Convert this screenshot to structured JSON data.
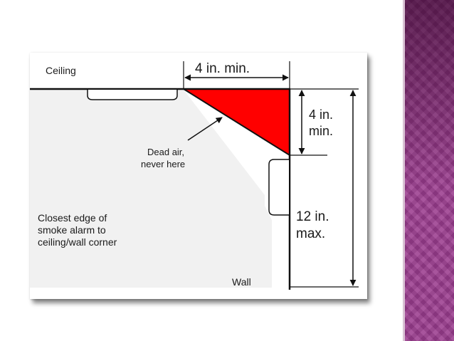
{
  "diagram": {
    "ceiling_label": "Ceiling",
    "wall_label": "Wall",
    "top_dimension": "4 in. min.",
    "side_dimension_line1": "4 in.",
    "side_dimension_line2": "min.",
    "max_dimension_line1": "12 in.",
    "max_dimension_line2": "max.",
    "dead_air_line1": "Dead air,",
    "dead_air_line2": "never here",
    "note_line1": "Closest edge of",
    "note_line2": "smoke alarm to",
    "note_line3": "ceiling/wall corner",
    "colors": {
      "dead_air_zone": "#ff0000",
      "band": "#9b3d8f",
      "shading": "#f1f1f1",
      "line": "#111111"
    }
  }
}
